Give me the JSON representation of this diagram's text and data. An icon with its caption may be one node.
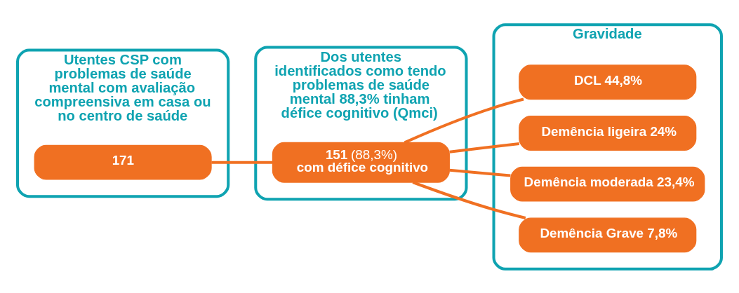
{
  "diagram": {
    "nodes": [
      {
        "text": [
          "Utentes CSP com problemas de saúde mental com avaliação compreensiva em casa ou no centro de saúde"
        ]
      },
      {
        "text": [
          "171"
        ],
        "in": 0
      },
      {
        "text": [
          "Dos utentes identificados como tendo problemas de saúde mental 88,3% tinham défice cognitivo (Qmci)"
        ]
      },
      {
        "text": [
          "**151** (88,3%)",
          "**com défice cognitivo**"
        ],
        "in": 2
      },
      {
        "text": [
          "Gravidade"
        ]
      },
      {
        "text": [
          "DCL 44,8%"
        ],
        "in": 4
      },
      {
        "text": [
          "Demência ligeira 24%"
        ],
        "in": 4
      },
      {
        "text": [
          "Demência moderada 23,4%"
        ],
        "in": 4
      },
      {
        "text": [
          "Demência Grave 7,8%"
        ],
        "in": 4
      }
    ],
    "edges": [
      {
        "from": 1,
        "to": 3,
        "arrow": "none"
      },
      {
        "from": 3,
        "to": 5,
        "arrow": "none"
      },
      {
        "from": 3,
        "to": 6,
        "arrow": "none"
      },
      {
        "from": 3,
        "to": 7,
        "arrow": "none"
      },
      {
        "from": 3,
        "to": 8,
        "arrow": "none"
      }
    ]
  }
}
